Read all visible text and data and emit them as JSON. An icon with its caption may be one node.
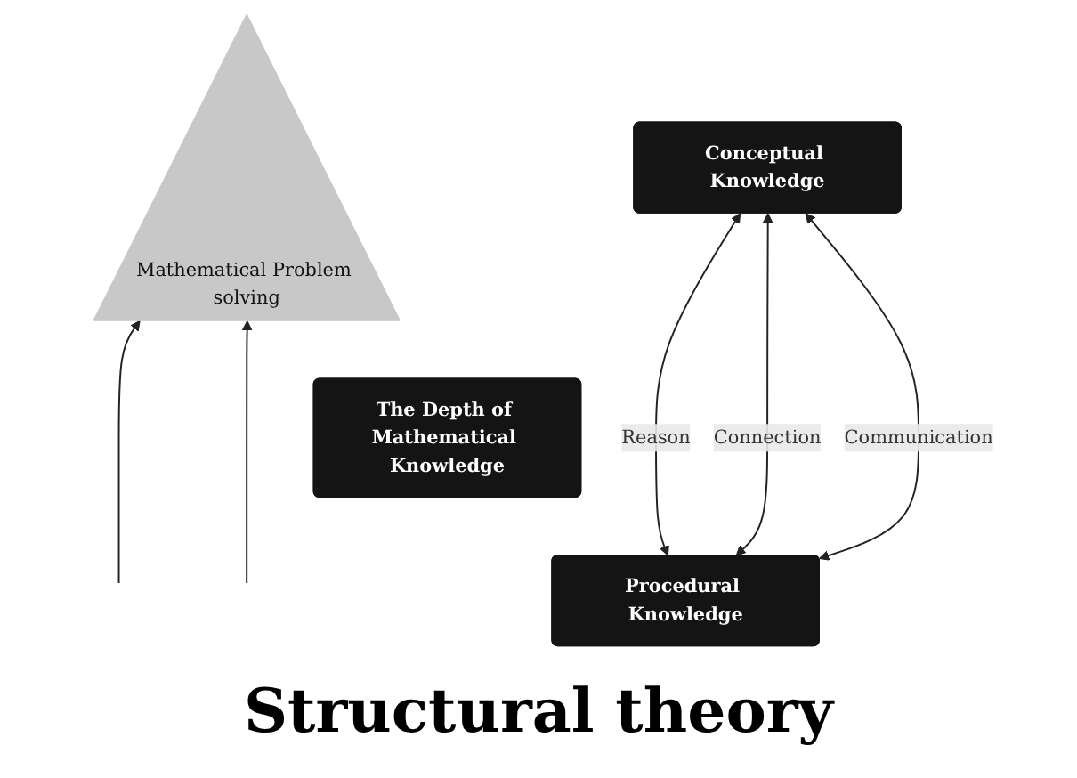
{
  "diagram": {
    "caption": "Structural theory",
    "nodes": [
      {
        "text": [
          "Mathematical Problem solving"
        ]
      },
      {
        "text": [
          "The Depth of Mathematical Knowledge"
        ]
      },
      {
        "text": [
          "Procedural Knowledge"
        ]
      },
      {
        "text": [
          "Conceptual Knowledge"
        ]
      }
    ],
    "edges": [
      {
        "from": 2,
        "to": 3,
        "label": "Reason",
        "arrow": "both"
      },
      {
        "from": 2,
        "to": 3,
        "label": "Connection",
        "arrow": "both"
      },
      {
        "from": 2,
        "to": 3,
        "label": "Communication",
        "arrow": "both"
      },
      {
        "from": null,
        "to": 0,
        "arrow": "to"
      },
      {
        "from": null,
        "to": 0,
        "arrow": "to"
      }
    ]
  }
}
